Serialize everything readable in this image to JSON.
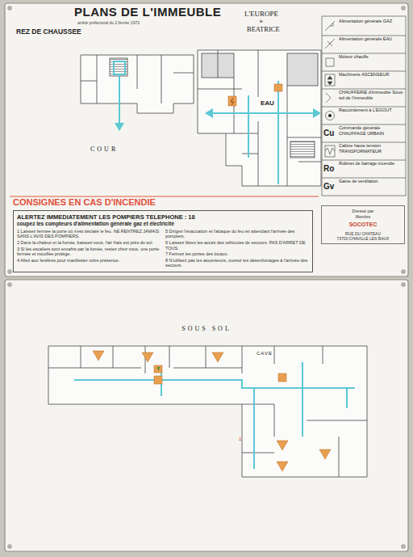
{
  "diagram": {
    "title": "PLANS DE L'IMMEUBLE",
    "nodes": [
      {
        "text": [
          "REZ DE CHAUSSEE"
        ]
      },
      {
        "text": [
          "SOUS SOL"
        ]
      },
      {
        "text": [
          "ALERTEZ IMMEDIATEMENT LES POMPIERS TELEPHONE : 18",
          "coupez les compteurs d'alimentation générale gaz et électricité",
          "1 Laissez fermée la porte où s'est déclaré le feu. NE RENTREZ JAMAIS SANS L'AVIS DES POMPIERS.",
          "2 Dans la chaleur et la fumée, baissez-vous, l'air frais est près du sol.",
          "3 Si les escaliers sont envahis par la fumée, restez chez vous, une porte fermée et mouillée protège.",
          "4 Allez aux fenêtres pour manifester votre présence.",
          "5 Dirigez l'évacuation et l'attaque du feu en attendant l'arrivée des pompiers.",
          "6 Laissez libres les accès des véhicules de secours. PAS D'ARRET DE TOUS.",
          "7 Fermez les portes des locaux.",
          "8 N'utilisez pas les ascenseurs, ouvrez les désenfumages à l'arrivée des secours."
        ],
        "in": 0
      },
      {
        "text": [
          "Dressé par",
          "Membre",
          "SOCOTEC",
          "RUE DU CHATEAU",
          "73700 CHAVILLE LES BAUX"
        ],
        "in": 0
      }
    ],
    "labels": [
      "arrêté préfectoral du 2 février 1972",
      "L'EUROPE",
      "le",
      "BEATRICE",
      "COUR",
      "EAU",
      "CONSIGNES EN CAS D'INCENDIE",
      "CAVE",
      "1",
      "Cu",
      "Ro",
      "Gv"
    ],
    "legend": [
      {
        "text": "Alimentation générale GAZ"
      },
      {
        "text": "Alimentation générale EAU"
      },
      {
        "text": "Moteur chauffe"
      },
      {
        "text": "Machinerie ASCENSEUR"
      },
      {
        "text": "CHAUFFERIE d'immeuble Sous-sol de l'immeuble"
      },
      {
        "text": "Raccordement à L'EGOUT"
      },
      {
        "text": "Commande générale CHAUFFAGE URBAIN"
      },
      {
        "text": "Cabine haute tension TRANSFORMATEUR"
      },
      {
        "text": "Robinet de barrage incendie"
      },
      {
        "text": "Gaine de ventilation"
      }
    ]
  }
}
